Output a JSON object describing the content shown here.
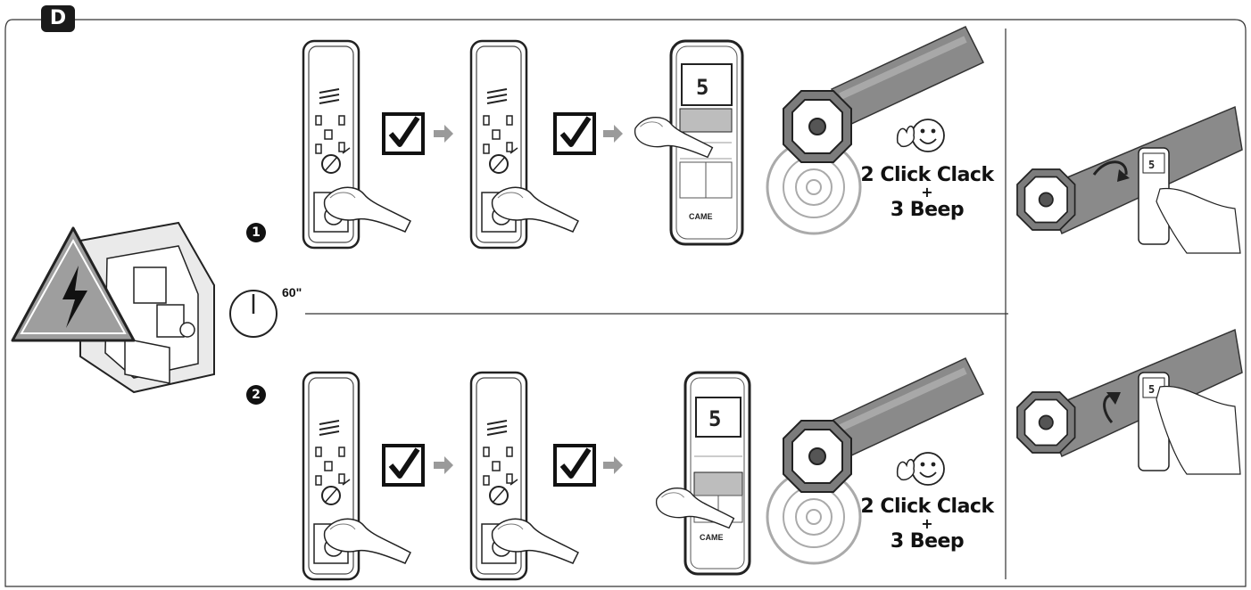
{
  "section_badge": "D",
  "steps": [
    {
      "number": "1"
    },
    {
      "number": "2"
    }
  ],
  "timer_label": "60\"",
  "remote": {
    "brand": "CAME",
    "display": "5"
  },
  "feedback": [
    {
      "line1": "2 Click Clack",
      "plus": "+",
      "line2": "3 Beep"
    },
    {
      "line1": "2 Click Clack",
      "plus": "+",
      "line2": "3 Beep"
    }
  ],
  "colors": {
    "frame": "#333333",
    "arrow": "#9a9a9a",
    "tube": "#8a8a8a",
    "warning": "#9e9e9e"
  },
  "icons": [
    "warning-electric-icon",
    "checkbox-checked-icon",
    "arrow-right-icon",
    "clock-icon",
    "smiley-icon",
    "sound-wave-icon"
  ]
}
